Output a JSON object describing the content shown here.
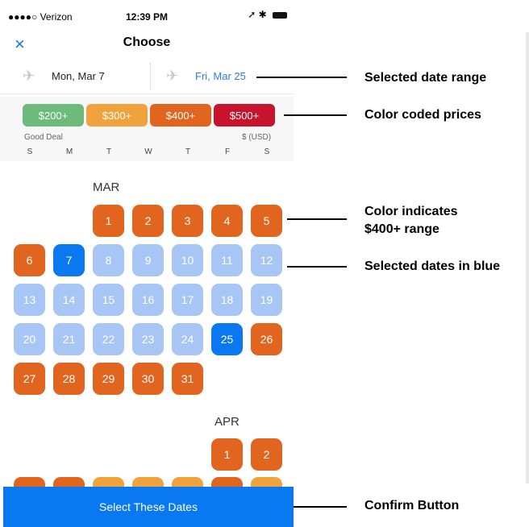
{
  "status_bar": {
    "carrier": "●●●●○ Verizon",
    "time": "12:39 PM",
    "right_icons": "➚ ✱"
  },
  "nav": {
    "close_icon": "×",
    "title": "Choose"
  },
  "dates": {
    "depart": "Mon, Mar 7",
    "return": "Fri, Mar 25"
  },
  "legend": {
    "prices": [
      {
        "label": "$200+",
        "color": "#6dbb7a"
      },
      {
        "label": "$300+",
        "color": "#f0a33d"
      },
      {
        "label": "$400+",
        "color": "#e1651e"
      },
      {
        "label": "$500+",
        "color": "#c8132d"
      }
    ],
    "good_deal": "Good Deal",
    "currency": "$ (USD)",
    "weekdays": [
      "S",
      "M",
      "T",
      "W",
      "T",
      "F",
      "S"
    ]
  },
  "calendar": {
    "march": {
      "label": "MAR",
      "days": [
        {
          "n": "1",
          "c": "o"
        },
        {
          "n": "2",
          "c": "o"
        },
        {
          "n": "3",
          "c": "o"
        },
        {
          "n": "4",
          "c": "o"
        },
        {
          "n": "5",
          "c": "o"
        },
        {
          "n": "6",
          "c": "o"
        },
        {
          "n": "7",
          "c": "sel"
        },
        {
          "n": "8",
          "c": "b"
        },
        {
          "n": "9",
          "c": "b"
        },
        {
          "n": "10",
          "c": "b"
        },
        {
          "n": "11",
          "c": "b"
        },
        {
          "n": "12",
          "c": "b"
        },
        {
          "n": "13",
          "c": "b"
        },
        {
          "n": "14",
          "c": "b"
        },
        {
          "n": "15",
          "c": "b"
        },
        {
          "n": "16",
          "c": "b"
        },
        {
          "n": "17",
          "c": "b"
        },
        {
          "n": "18",
          "c": "b"
        },
        {
          "n": "19",
          "c": "b"
        },
        {
          "n": "20",
          "c": "b"
        },
        {
          "n": "21",
          "c": "b"
        },
        {
          "n": "22",
          "c": "b"
        },
        {
          "n": "23",
          "c": "b"
        },
        {
          "n": "24",
          "c": "b"
        },
        {
          "n": "25",
          "c": "sel"
        },
        {
          "n": "26",
          "c": "o"
        },
        {
          "n": "27",
          "c": "o"
        },
        {
          "n": "28",
          "c": "o"
        },
        {
          "n": "29",
          "c": "o"
        },
        {
          "n": "30",
          "c": "o"
        },
        {
          "n": "31",
          "c": "o"
        }
      ]
    },
    "april": {
      "label": "APR",
      "days": [
        {
          "n": "1",
          "c": "o"
        },
        {
          "n": "2",
          "c": "o"
        }
      ]
    }
  },
  "confirm_label": "Select These Dates",
  "annotations": {
    "selected_range": "Selected date range",
    "color_coded": "Color coded prices",
    "color_indicates_1": "Color indicates",
    "color_indicates_2": "$400+ range",
    "selected_blue": "Selected dates in blue",
    "confirm": "Confirm Button"
  }
}
